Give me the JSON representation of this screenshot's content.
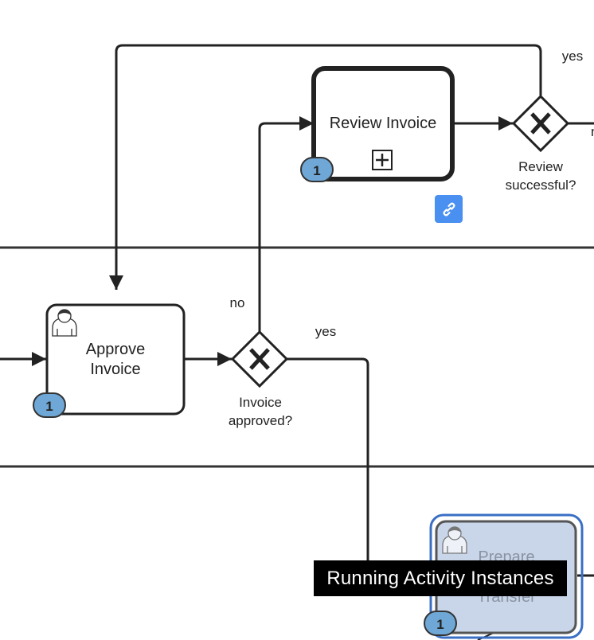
{
  "tasks": {
    "review_invoice": {
      "label": "Review Invoice",
      "badge": "1"
    },
    "approve_invoice": {
      "label_line1": "Approve",
      "label_line2": "Invoice",
      "badge": "1"
    },
    "prepare_transfer": {
      "label_line1": "Prepare",
      "label_line2": "Transfer",
      "badge": "1"
    }
  },
  "gateways": {
    "review_successful": {
      "label_line1": "Review",
      "label_line2": "successful?"
    },
    "invoice_approved": {
      "label_line1": "Invoice",
      "label_line2": "approved?"
    }
  },
  "flow_labels": {
    "yes_top": "yes",
    "no_top_clipped": "n",
    "no_mid": "no",
    "yes_mid": "yes"
  },
  "tooltip": {
    "text": "Running Activity Instances"
  },
  "icons": {
    "link": "link-icon",
    "user_task": "user-icon",
    "subprocess_marker": "plus-square-icon"
  },
  "colors": {
    "badge_fill": "#6fa8d6",
    "selection_blue": "#3a6fc4",
    "highlight_fill": "#c9d6ea",
    "link_button": "#4a90f0"
  }
}
